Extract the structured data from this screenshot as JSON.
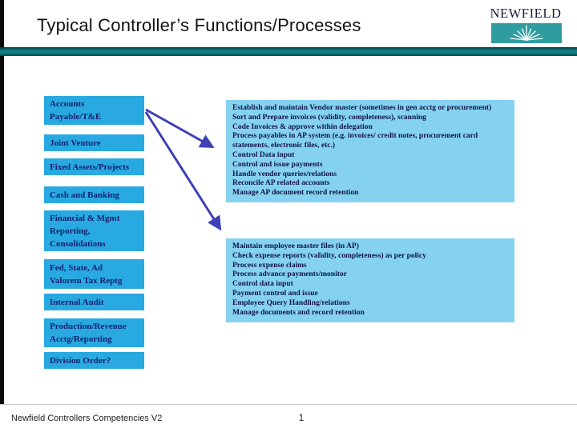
{
  "slide": {
    "title": "Typical Controller’s Functions/Processes",
    "footer_left": "Newfield Controllers Competencies V2",
    "page_number": "1"
  },
  "logo": {
    "name": "NEWFIELD"
  },
  "colors": {
    "function_box": "#29a9e1",
    "detail_box": "#85d2f0",
    "box_text": "#12216f",
    "teal_bar": "#0e6f75",
    "logo_teal": "#2f9da0",
    "arrow": "#3f3fb8"
  },
  "function_boxes": [
    {
      "label": "Accounts\nPayable/T&E"
    },
    {
      "label": "Joint Venture"
    },
    {
      "label": "Fixed Assets/Projects"
    },
    {
      "label": "Cash and Banking"
    },
    {
      "label": "Financial & Mgmt\nReporting,\nConsolidations"
    },
    {
      "label": "Fed, State, Ad\nValorem Tax Reptg"
    },
    {
      "label": "Internal Audit"
    },
    {
      "label": "Production/Revenue\nAcctg/Reporting"
    },
    {
      "label": "Division Order?"
    }
  ],
  "detail_boxes": [
    {
      "lines": [
        "Establish and maintain Vendor master (sometimes in gen acctg or procurement)",
        "Sort and Prepare invoices (validity, completeness), scanning",
        "Code Invoices  & approve within delegation",
        "Process payables in AP system (e.g. invoices/ credit notes, procurement card",
        "statements, electronic files, etc.)",
        "Control Data input",
        "Control and issue payments",
        "Handle vendor queries/relations",
        "Reconcile AP related accounts",
        "Manage AP document record retention"
      ]
    },
    {
      "lines": [
        "Maintain employee master files (in AP)",
        "Check expense reports (validity,  completeness) as per policy",
        "Process expense claims",
        "Process advance payments/monitor",
        "Control data input",
        "Payment control and issue",
        "Employee Query Handling/relations",
        "Manage documents and record retention"
      ]
    }
  ]
}
